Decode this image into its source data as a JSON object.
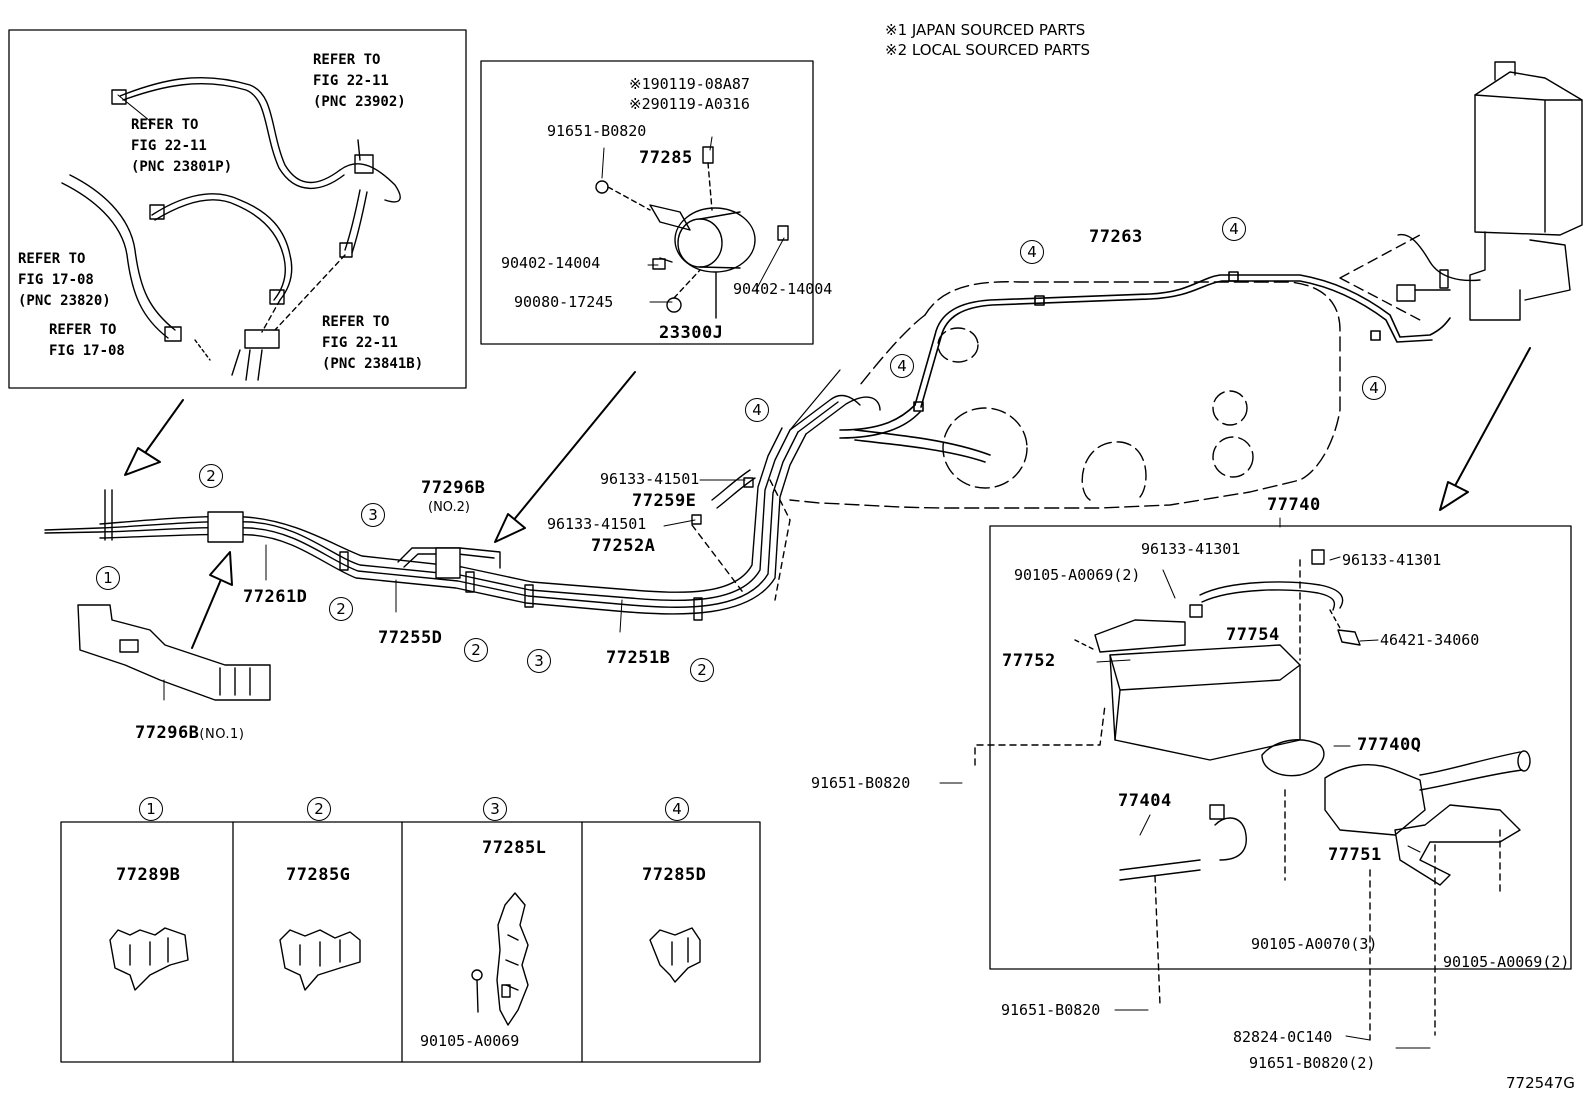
{
  "notes": {
    "line1": "※1 JAPAN SOURCED PARTS",
    "line2": "※2 LOCAL SOURCED PARTS"
  },
  "figure_id": "772547G",
  "inset_left": {
    "ref_a": [
      "REFER TO",
      "FIG 22-11",
      "(PNC 23902)"
    ],
    "ref_b": [
      "REFER TO",
      "FIG 22-11",
      "(PNC 23801P)"
    ],
    "ref_c": [
      "REFER TO",
      "FIG 17-08",
      "(PNC 23820)"
    ],
    "ref_d": [
      "REFER TO",
      "FIG 17-08"
    ],
    "ref_e": [
      "REFER TO",
      "FIG 22-11",
      "(PNC 23841B)"
    ]
  },
  "inset_filter": {
    "bolt_japan": "※190119-08A87",
    "bolt_local": "※290119-A0316",
    "bolt_a": "91651-B0820",
    "bracket": "77285",
    "plug_left": "90402-14004",
    "plug_right": "90402-14004",
    "grommet": "90080-17245",
    "filter": "23300J"
  },
  "main_parts": {
    "tube_77263": "77263",
    "clamp_96133_a": "96133-41501",
    "hose_77259e": "77259E",
    "clamp_96133_b": "96133-41501",
    "tube_77252a": "77252A",
    "clip_77296b_no2": "77296B",
    "clip_77296b_no2_sub": "(NO.2)",
    "tube_77261d": "77261D",
    "tube_77255d": "77255D",
    "tube_77251b": "77251B",
    "clip_77296b_no1": "77296B",
    "clip_77296b_no1_sub": "(NO.1)"
  },
  "canister_group": {
    "title": "77740",
    "clamp_left": "96133-41301",
    "clamp_right": "96133-41301",
    "bolt_top": "90105-A0069(2)",
    "hose": "77754",
    "valve": "46421-34060",
    "bracket": "77752",
    "canister": "77740Q",
    "bolt_side": "91651-B0820",
    "sensor": "77404",
    "bracket_lower": "77751",
    "bolt_mid": "90105-A0070(3)",
    "bolt_right": "90105-A0069(2)",
    "bolt_bottom": "91651-B0820",
    "grommet": "82824-0C140",
    "bolt_bottom_right": "91651-B0820(2)"
  },
  "callouts": {
    "c1": "1",
    "c2": "2",
    "c3": "3",
    "c4": "4"
  },
  "legend": [
    {
      "num": "1",
      "part": "77289B"
    },
    {
      "num": "2",
      "part": "77285G"
    },
    {
      "num": "3",
      "part": "77285L",
      "extra": "90105-A0069"
    },
    {
      "num": "4",
      "part": "77285D"
    }
  ]
}
